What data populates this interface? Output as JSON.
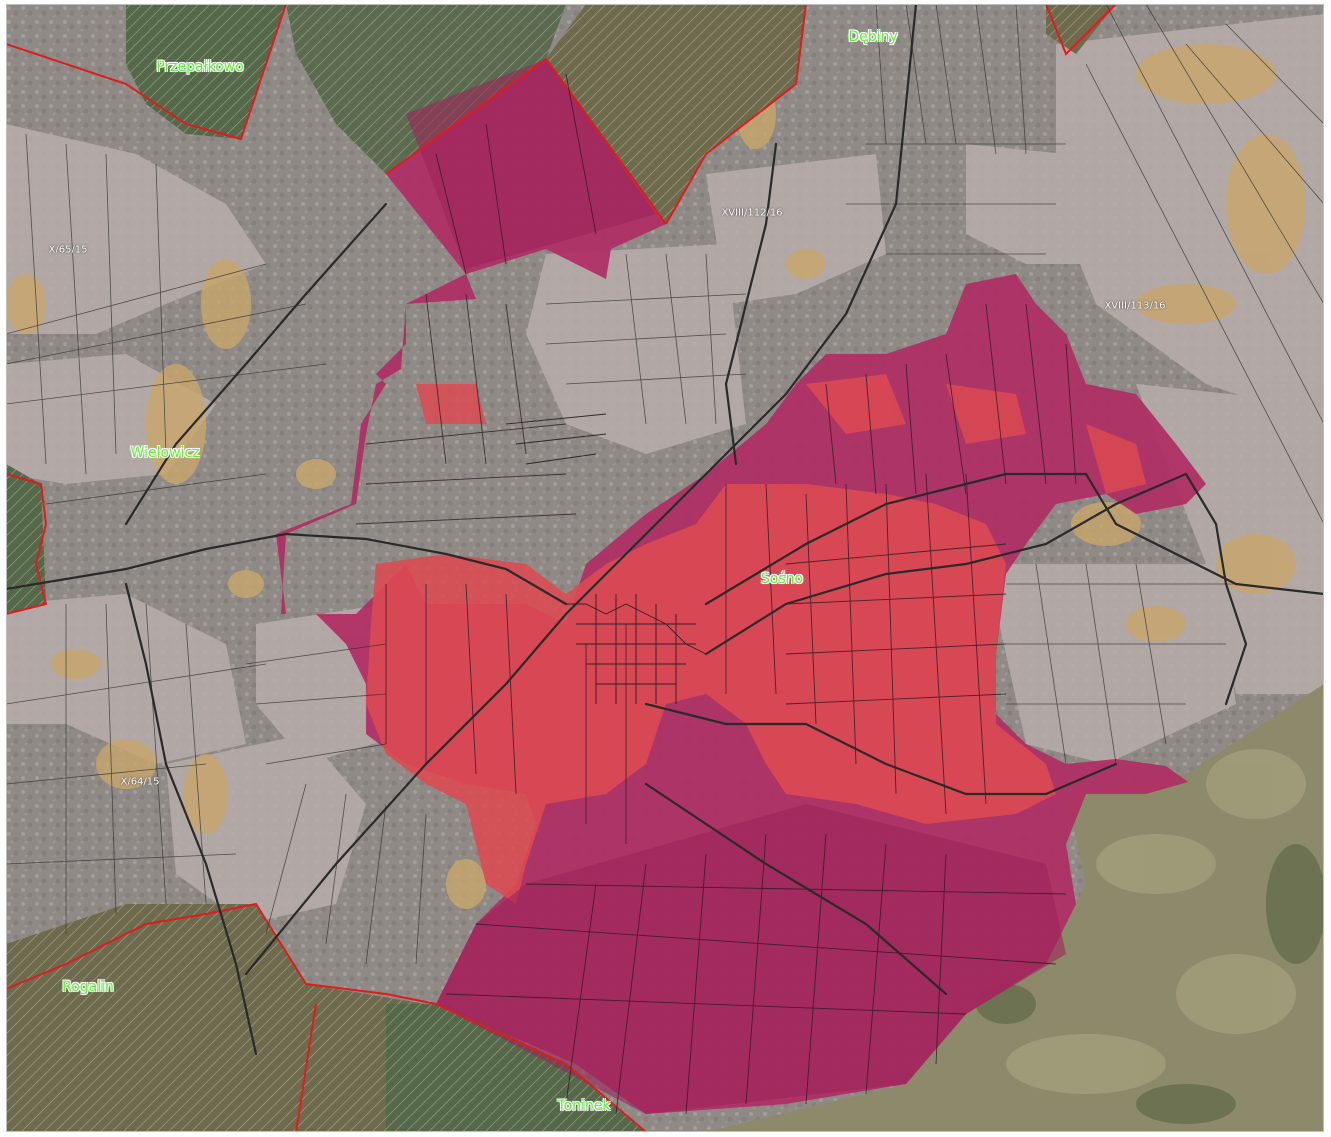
{
  "map": {
    "colors": {
      "base": "#8f8a86",
      "parcel_gray": "#9d9896",
      "field_light": "#b9aeaa",
      "sandy": "#c9a66b",
      "forest": "#56684a",
      "forest_hatch": "#cfd8c0",
      "meadow_right": "#8c8a6a",
      "magenta": "#b02a63",
      "red_orange": "#dd4a52",
      "boundary_red": "#e01b1b",
      "road": "#2a2a2a",
      "place_label": "#5ef038"
    },
    "place_labels": [
      "Przepałkowo",
      "Dębiny",
      "Wielowicz",
      "Sośno",
      "Rogalin",
      "Toninek"
    ],
    "sheet_labels": [
      "X/65/15",
      "XVIII/112/16",
      "XVIII/113/16",
      "X/64/15"
    ]
  }
}
